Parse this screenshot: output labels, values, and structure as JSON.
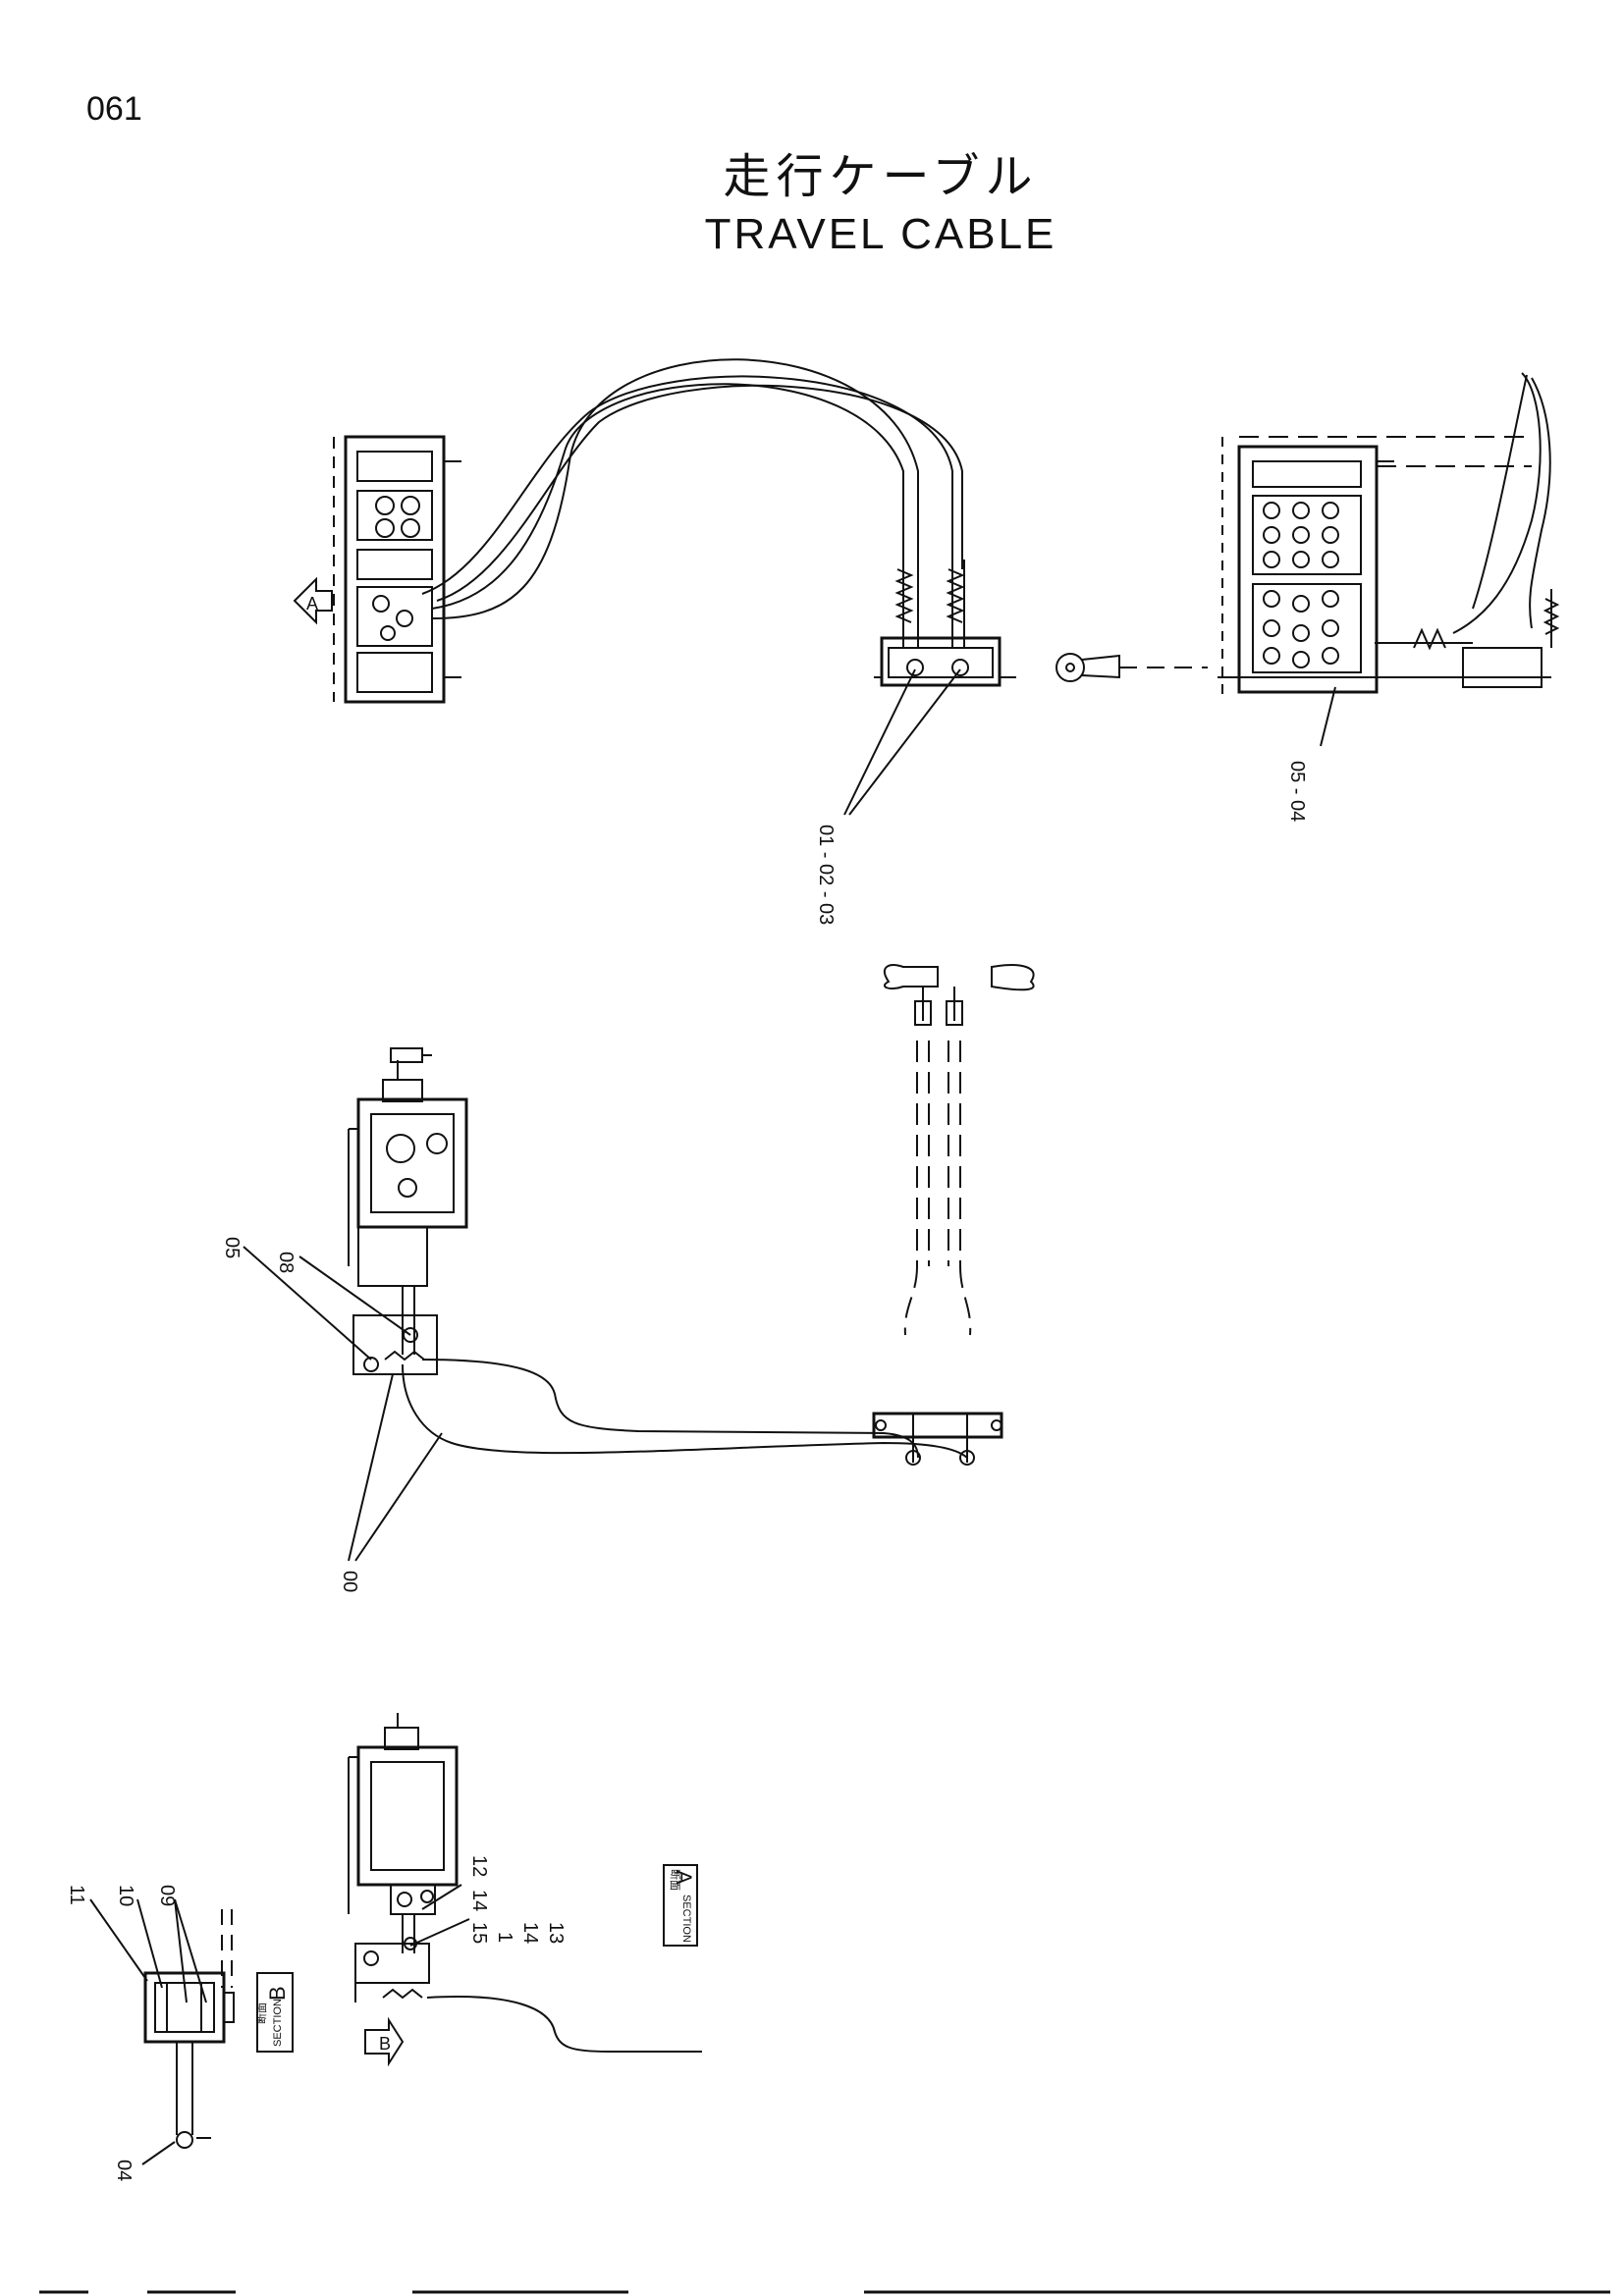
{
  "page": {
    "number": "061"
  },
  "title": {
    "japanese": "走行ケーブル",
    "english": "TRAVEL  CABLE"
  },
  "callouts": {
    "top_pair": "01 - 02 - 03",
    "top_right": "05 - 04",
    "mid_05": "05",
    "mid_08": "08",
    "mid_00": "00",
    "bot_12": "12",
    "bot_14": "14",
    "bot_15": "15",
    "bot_1": "1",
    "bot_14b": "14",
    "bot_13": "13",
    "bot_11": "11",
    "bot_10": "10",
    "bot_09": "09",
    "bot_04": "04"
  },
  "view_markers": {
    "view_a": "A",
    "view_b": "B"
  },
  "section_labels": {
    "a": {
      "kanji": "断面",
      "word": "SECTION",
      "letter": "A"
    },
    "b": {
      "kanji": "断面",
      "word": "SECTION",
      "letter": "B"
    }
  },
  "colors": {
    "ink": "#111111",
    "paper": "#ffffff"
  }
}
